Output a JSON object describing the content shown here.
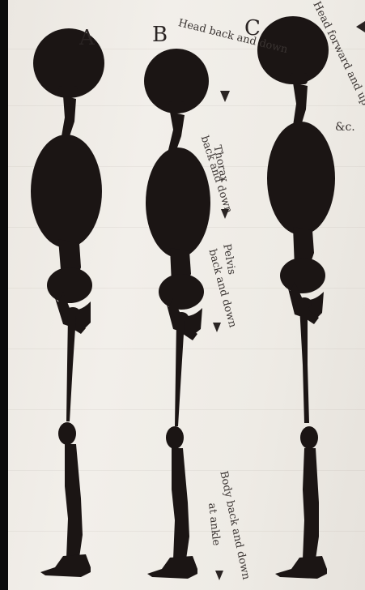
{
  "figures": [
    {
      "id": "A",
      "label": "A"
    },
    {
      "id": "B",
      "label": "B"
    },
    {
      "id": "C",
      "label": "C"
    }
  ],
  "annotations": {
    "head_back_and_down": "Head back and down",
    "thorax": "Thorax",
    "thorax_back_and_down": "back and down",
    "pelvis": "Pelvis",
    "pelvis_back_and_down": "back and down",
    "body_back_and_down": "Body back and down",
    "at_ankle": "at ankle",
    "head_forward_and_up": "Head forward and up",
    "etc": "&c."
  },
  "colors": {
    "silhouette": "#1b1514",
    "paper": "#efebe5",
    "text": "#2a2423"
  }
}
